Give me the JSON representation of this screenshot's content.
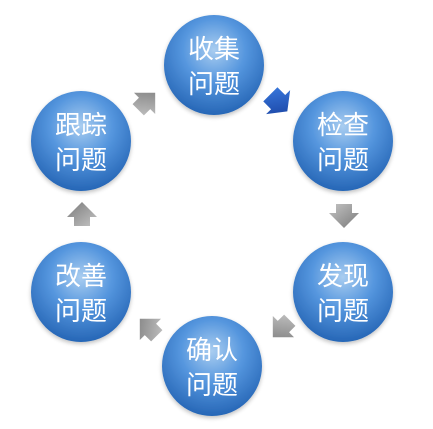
{
  "diagram": {
    "nodes": [
      {
        "id": "collect",
        "line1": "收集",
        "line2": "问题"
      },
      {
        "id": "check",
        "line1": "检查",
        "line2": "问题"
      },
      {
        "id": "find",
        "line1": "发现",
        "line2": "问题"
      },
      {
        "id": "confirm",
        "line1": "确认",
        "line2": "问题"
      },
      {
        "id": "improve",
        "line1": "改善",
        "line2": "问题"
      },
      {
        "id": "track",
        "line1": "跟踪",
        "line2": "问题"
      }
    ],
    "arrows": [
      {
        "from": "collect",
        "to": "check",
        "color": "#1f4fc8",
        "highlighted": true
      },
      {
        "from": "check",
        "to": "find",
        "color": "#8c8c8c",
        "highlighted": false
      },
      {
        "from": "find",
        "to": "confirm",
        "color": "#8c8c8c",
        "highlighted": false
      },
      {
        "from": "confirm",
        "to": "improve",
        "color": "#8c8c8c",
        "highlighted": false
      },
      {
        "from": "improve",
        "to": "track",
        "color": "#8c8c8c",
        "highlighted": false
      },
      {
        "from": "track",
        "to": "collect",
        "color": "#8c8c8c",
        "highlighted": false
      }
    ],
    "colors": {
      "circle_light": "#9cc6ee",
      "circle_mid": "#4d8fdb",
      "circle_dark": "#1f5fb0",
      "text": "#ffffff"
    }
  }
}
